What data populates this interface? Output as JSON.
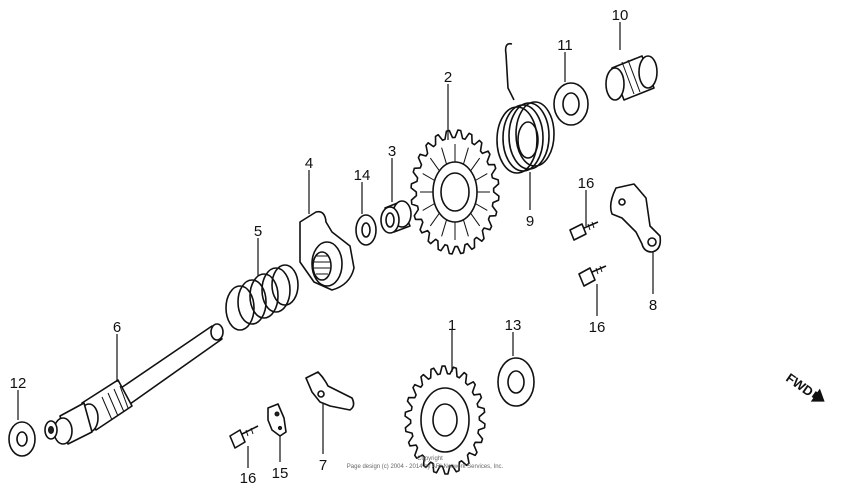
{
  "callouts": [
    {
      "id": "c1",
      "number": "1"
    },
    {
      "id": "c2",
      "number": "2"
    },
    {
      "id": "c3",
      "number": "3"
    },
    {
      "id": "c4",
      "number": "4"
    },
    {
      "id": "c5",
      "number": "5"
    },
    {
      "id": "c6",
      "number": "6"
    },
    {
      "id": "c7",
      "number": "7"
    },
    {
      "id": "c8",
      "number": "8"
    },
    {
      "id": "c9",
      "number": "9"
    },
    {
      "id": "c10",
      "number": "10"
    },
    {
      "id": "c11",
      "number": "11"
    },
    {
      "id": "c12",
      "number": "12"
    },
    {
      "id": "c13",
      "number": "13"
    },
    {
      "id": "c14",
      "number": "14"
    },
    {
      "id": "c15",
      "number": "15"
    },
    {
      "id": "c16a",
      "number": "16"
    },
    {
      "id": "c16b",
      "number": "16"
    },
    {
      "id": "c16c",
      "number": "16"
    }
  ],
  "direction_label": "FWD",
  "copyright_line1": "Copyright",
  "copyright_line2": "Page design (c) 2004 - 2014 by ARI Network Services, Inc."
}
